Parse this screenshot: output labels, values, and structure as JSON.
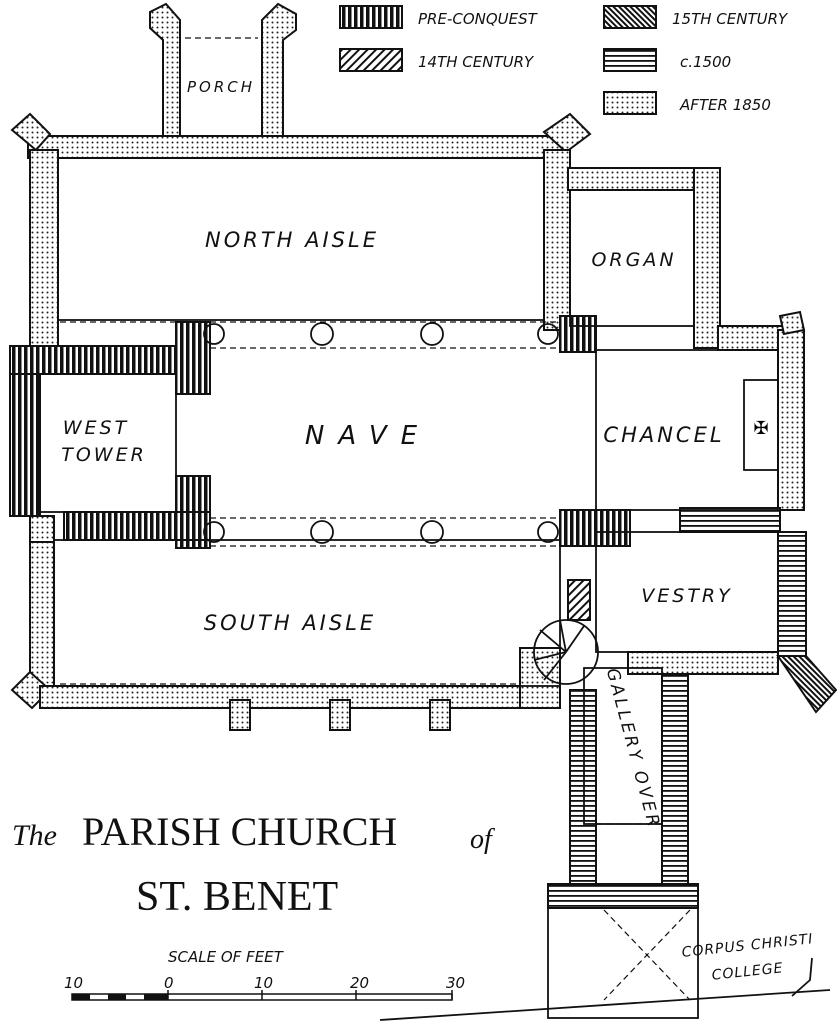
{
  "legend": {
    "items": [
      {
        "label": "PRE-CONQUEST",
        "pattern": "vert"
      },
      {
        "label": "15TH CENTURY",
        "pattern": "diagdense"
      },
      {
        "label": "14TH CENTURY",
        "pattern": "diag"
      },
      {
        "label": "c.1500",
        "pattern": "horiz"
      },
      {
        "label": "AFTER 1850",
        "pattern": "dots"
      }
    ]
  },
  "rooms": {
    "porch": "PORCH",
    "north_aisle": "NORTH AISLE",
    "organ": "ORGAN",
    "west_tower_1": "WEST",
    "west_tower_2": "TOWER",
    "nave": "NAVE",
    "chancel": "CHANCEL",
    "south_aisle": "SOUTH AISLE",
    "vestry": "VESTRY",
    "gallery_over": "GALLERY OVER",
    "corpus": "CORPUS CHRISTI",
    "college": "COLLEGE"
  },
  "title": {
    "the": "The",
    "line1": "PARISH CHURCH",
    "of": "of",
    "line2": "ST. BENET"
  },
  "scale": {
    "label": "SCALE OF FEET",
    "ticks": [
      "10",
      "0",
      "10",
      "20",
      "30"
    ]
  }
}
